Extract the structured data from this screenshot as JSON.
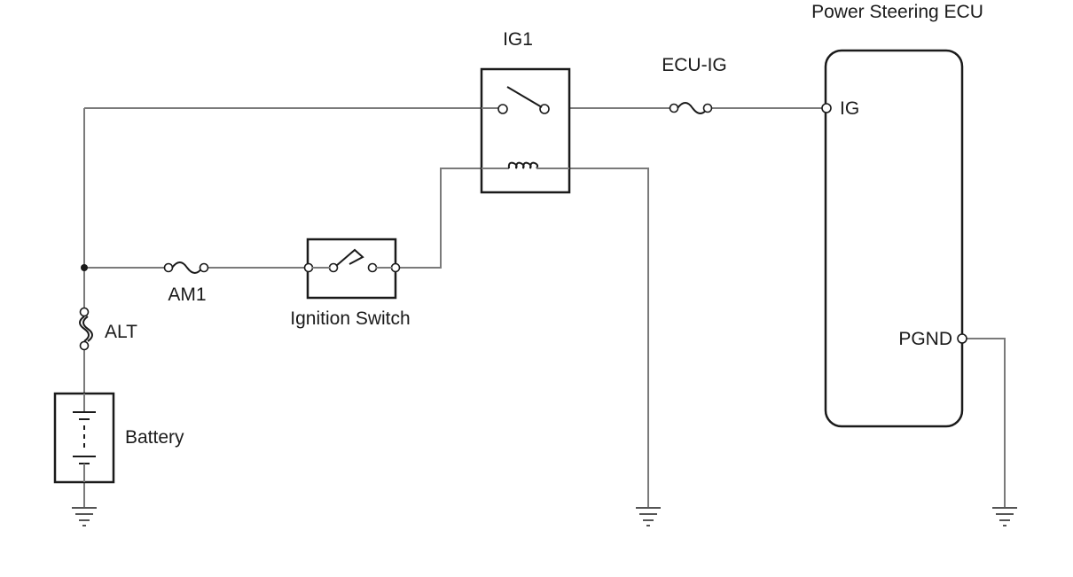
{
  "labels": {
    "ecu_title": "Power Steering ECU",
    "relay": "IG1",
    "fuse_ecu_ig": "ECU-IG",
    "pin_ig": "IG",
    "pin_pgnd": "PGND",
    "fuse_am1": "AM1",
    "ignition_switch": "Ignition Switch",
    "fuse_alt": "ALT",
    "battery": "Battery"
  }
}
